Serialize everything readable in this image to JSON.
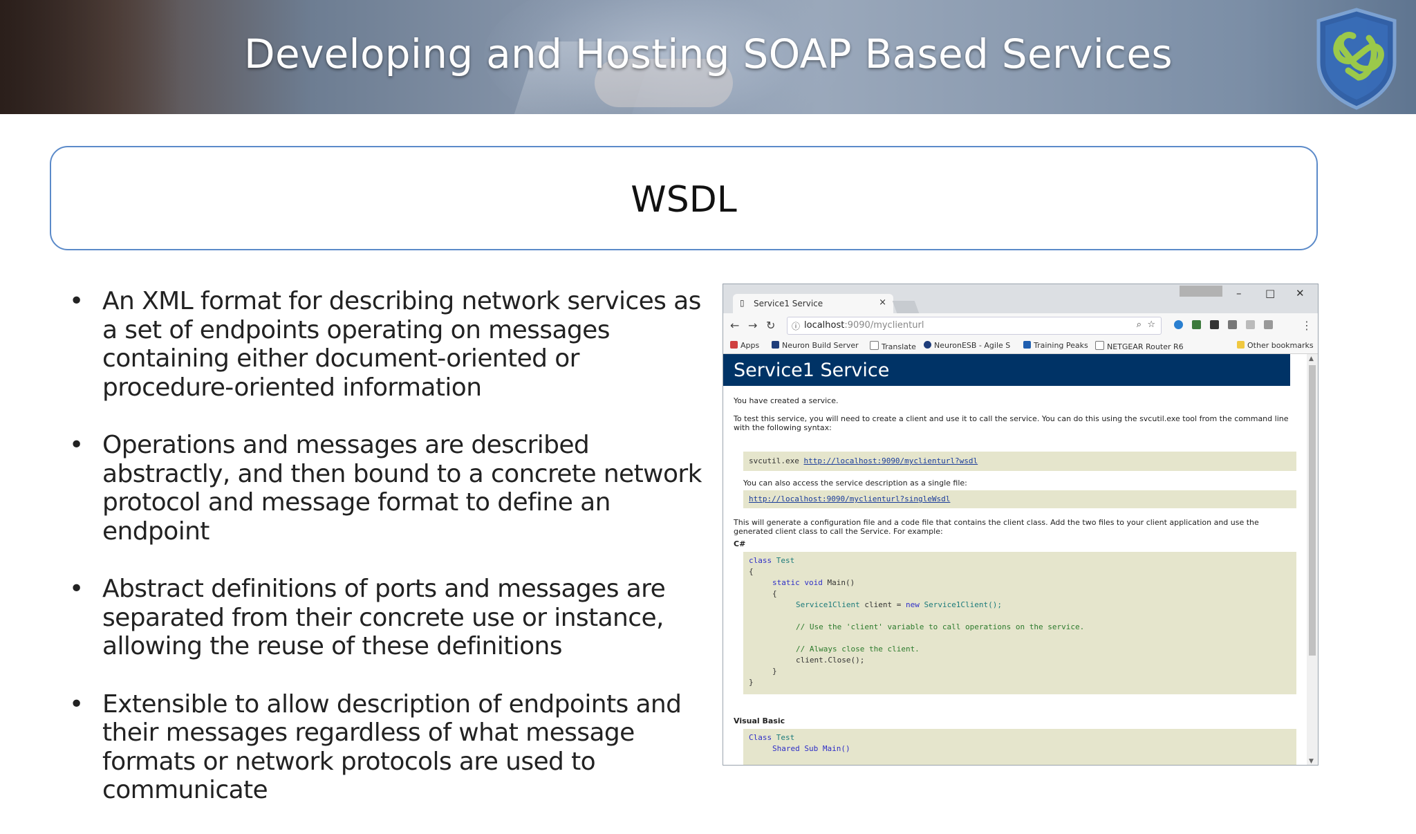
{
  "banner": {
    "title": "Developing and Hosting SOAP Based Services"
  },
  "section": {
    "title": "WSDL"
  },
  "bullets": [
    "An XML format for describing network services as a set of endpoints operating on messages containing either document-oriented or procedure-oriented information",
    "Operations and messages are described abstractly, and then bound to a concrete network protocol and message format to define an endpoint",
    "Abstract definitions of ports and messages are separated from their concrete use or instance, allowing the reuse of these definitions",
    "Extensible to allow description of endpoints and their messages regardless of what message formats or network protocols are used to communicate"
  ],
  "browser": {
    "tab_label": "Service1 Service",
    "url_host": "localhost",
    "url_path": ":9090/myclienturl",
    "bookmarks": [
      "Apps",
      "Neuron Build Server",
      "Translate",
      "NeuronESB - Agile S",
      "Training Peaks",
      "NETGEAR Router R6",
      "Other bookmarks"
    ],
    "page": {
      "header": "Service1 Service",
      "created": "You have created a service.",
      "test_instructions": "To test this service, you will need to create a client and use it to call the service. You can do this using the svcutil.exe tool from the command line with the following syntax:",
      "svcutil_cmd": "svcutil.exe",
      "svcutil_url": "http://localhost:9090/myclienturl?wsdl",
      "single_file_text": "You can also access the service description as a single file:",
      "single_file_url": "http://localhost:9090/myclienturl?singleWsdl",
      "generate_text": "This will generate a configuration file and a code file that contains the client class. Add the two files to your client application and use the generated client class to call the Service. For example:",
      "csharp_label": "C#",
      "vb_label": "Visual Basic",
      "code": {
        "class_kw": "class",
        "class_name": "Test",
        "open_brace": "{",
        "static_kw": "static",
        "void_kw": "void",
        "main_sig": "Main()",
        "client_type": "Service1Client",
        "client_decl": "client = ",
        "new_kw": "new",
        "client_ctor": "Service1Client();",
        "comment1": "// Use the 'client' variable to call operations on the service.",
        "comment2": "// Always close the client.",
        "close_call": "client.Close();",
        "close_brace": "}",
        "vb_class": "Class",
        "vb_class_name": "Test",
        "vb_sub": "Shared Sub Main()"
      }
    }
  },
  "colors": {
    "service_header": "#003366",
    "code_background": "#e5e5cc",
    "box_border": "#5b8ac9"
  }
}
